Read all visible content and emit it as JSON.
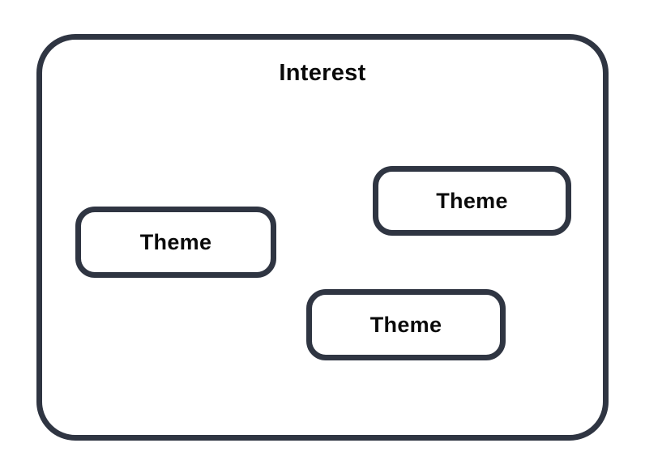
{
  "diagram": {
    "title": "Interest",
    "colors": {
      "stroke": "#2f3542",
      "fill": "#ffffff",
      "text": "#0a0a0a"
    },
    "container": {
      "label": "Interest"
    },
    "themes": [
      {
        "label": "Theme"
      },
      {
        "label": "Theme"
      },
      {
        "label": "Theme"
      }
    ]
  }
}
